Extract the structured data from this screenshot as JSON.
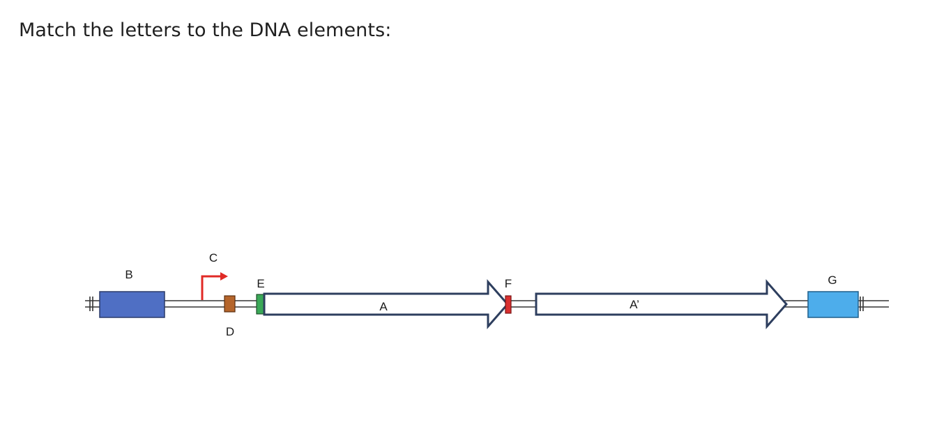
{
  "question": "Match the letters to the DNA elements:",
  "labels": {
    "A": "A",
    "A_prime": "A’",
    "B": "B",
    "C": "C",
    "D": "D",
    "E": "E",
    "F": "F",
    "G": "G"
  },
  "colors": {
    "element_B": "#4f6fc4",
    "promoter_arrow_C": "#e02a26",
    "element_D": "#b5652b",
    "element_E": "#3aa857",
    "element_F": "#d93030",
    "element_G": "#4dadeb",
    "gene_outline": "#2d3e5e"
  }
}
